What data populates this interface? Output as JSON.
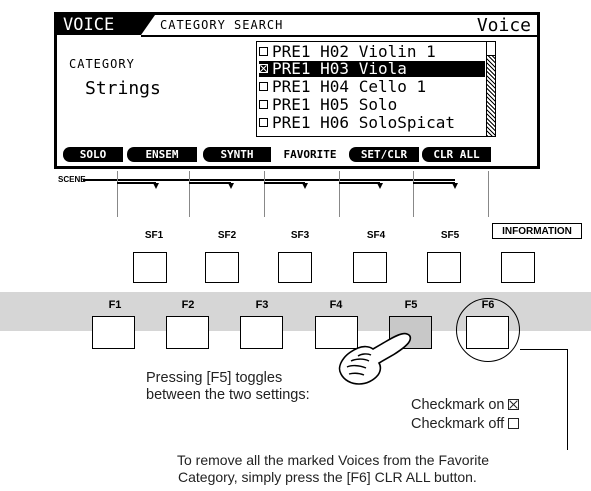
{
  "lcd": {
    "mode_tab": "VOICE",
    "page_title": "CATEGORY SEARCH",
    "mode_label": "Voice",
    "category_label": "CATEGORY",
    "category_value": "Strings",
    "voice_list": [
      {
        "checked": false,
        "selected": false,
        "text": "PRE1 H02 Violin 1"
      },
      {
        "checked": true,
        "selected": true,
        "text": "PRE1 H03 Viola"
      },
      {
        "checked": false,
        "selected": false,
        "text": "PRE1 H04 Cello 1"
      },
      {
        "checked": false,
        "selected": false,
        "text": "PRE1 H05 Solo"
      },
      {
        "checked": false,
        "selected": false,
        "text": "PRE1 H06 SoloSpicat"
      }
    ],
    "tabs": [
      "SOLO",
      "ENSEM",
      "SYNTH",
      "FAVORITE",
      "SET/CLR",
      "CLR ALL"
    ]
  },
  "panel": {
    "scene_label": "SCENE",
    "sub_function_labels": [
      "SF1",
      "SF2",
      "SF3",
      "SF4",
      "SF5"
    ],
    "information_label": "INFORMATION",
    "function_labels": [
      "F1",
      "F2",
      "F3",
      "F4",
      "F5",
      "F6"
    ],
    "active_function": "F5",
    "highlighted_function": "F6"
  },
  "annotations": {
    "toggle_line1": "Pressing [F5] toggles",
    "toggle_line2": "between the two settings:",
    "legend_on": "Checkmark on",
    "legend_off": "Checkmark off",
    "clr_line1": "To remove all the marked Voices from the Favorite",
    "clr_line2": "Category, simply press the [F6] CLR ALL button."
  },
  "icons": {
    "checkbox_checked": "checkbox-checked-icon",
    "checkbox_unchecked": "checkbox-unchecked-icon",
    "pointing_hand": "pointing-hand-icon"
  }
}
